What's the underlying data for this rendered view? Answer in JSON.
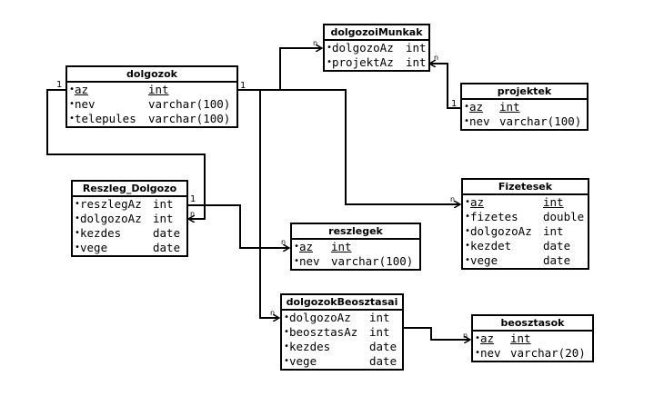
{
  "tables": {
    "dolgozoiMunkak": {
      "title": "dolgozoiMunkak",
      "rows": [
        {
          "name": "dolgozoAz",
          "type": "int",
          "pk": false
        },
        {
          "name": "projektAz",
          "type": "int",
          "pk": false
        }
      ]
    },
    "dolgozok": {
      "title": "dolgozok",
      "rows": [
        {
          "name": "az",
          "type": "int",
          "pk": true
        },
        {
          "name": "nev",
          "type": "varchar(100)",
          "pk": false
        },
        {
          "name": "telepules",
          "type": "varchar(100)",
          "pk": false
        }
      ]
    },
    "projektek": {
      "title": "projektek",
      "rows": [
        {
          "name": "az",
          "type": "int",
          "pk": true
        },
        {
          "name": "nev",
          "type": "varchar(100)",
          "pk": false
        }
      ]
    },
    "Reszleg_Dolgozo": {
      "title": "Reszleg_Dolgozo",
      "rows": [
        {
          "name": "reszlegAz",
          "type": "int",
          "pk": false
        },
        {
          "name": "dolgozoAz",
          "type": "int",
          "pk": false
        },
        {
          "name": "kezdes",
          "type": "date",
          "pk": false
        },
        {
          "name": "vege",
          "type": "date",
          "pk": false
        }
      ]
    },
    "Fizetesek": {
      "title": "Fizetesek",
      "rows": [
        {
          "name": "az",
          "type": "int",
          "pk": true
        },
        {
          "name": "fizetes",
          "type": "double",
          "pk": false
        },
        {
          "name": "dolgozoAz",
          "type": "int",
          "pk": false
        },
        {
          "name": "kezdet",
          "type": "date",
          "pk": false
        },
        {
          "name": "vege",
          "type": "date",
          "pk": false
        }
      ]
    },
    "reszlegek": {
      "title": "reszlegek",
      "rows": [
        {
          "name": "az",
          "type": "int",
          "pk": true
        },
        {
          "name": "nev",
          "type": "varchar(100)",
          "pk": false
        }
      ]
    },
    "dolgozokBeosztasai": {
      "title": "dolgozokBeosztasai",
      "rows": [
        {
          "name": "dolgozoAz",
          "type": "int",
          "pk": false
        },
        {
          "name": "beosztasAz",
          "type": "int",
          "pk": false
        },
        {
          "name": "kezdes",
          "type": "date",
          "pk": false
        },
        {
          "name": "vege",
          "type": "date",
          "pk": false
        }
      ]
    },
    "beosztasok": {
      "title": "beosztasok",
      "rows": [
        {
          "name": "az",
          "type": "int",
          "pk": true
        },
        {
          "name": "nev",
          "type": "varchar(20)",
          "pk": false
        }
      ]
    }
  },
  "cardinality": {
    "one": "1",
    "many": "n"
  }
}
